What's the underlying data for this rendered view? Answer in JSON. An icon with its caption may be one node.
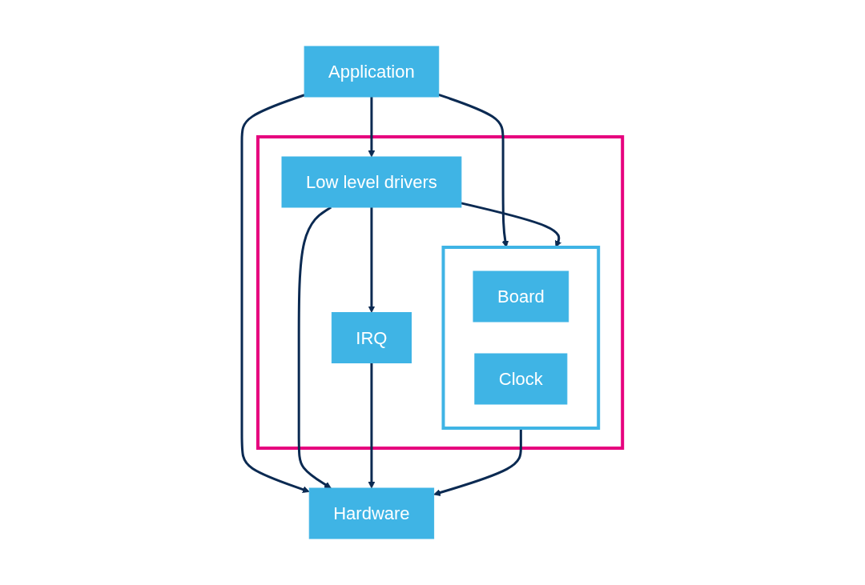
{
  "diagram": {
    "nodes": [
      {
        "text": [
          "Application"
        ]
      },
      {
        "text": [],
        "shape": "box"
      },
      {
        "text": [
          "Low level drivers"
        ],
        "in": 1
      },
      {
        "text": [],
        "shape": "box",
        "in": 1
      },
      {
        "text": [
          "Board"
        ],
        "in": 3
      },
      {
        "text": [
          "Clock"
        ],
        "in": 3
      },
      {
        "text": [
          "IRQ"
        ],
        "in": 1
      },
      {
        "text": [
          "Hardware"
        ]
      }
    ],
    "edges": [
      {
        "from": 0,
        "to": 3,
        "arrow": "to"
      },
      {
        "from": 0,
        "to": 2,
        "arrow": "to"
      },
      {
        "from": 0,
        "to": 7,
        "arrow": "to"
      },
      {
        "from": 2,
        "to": 3,
        "arrow": "to"
      },
      {
        "from": 2,
        "to": 6,
        "arrow": "to"
      },
      {
        "from": 2,
        "to": 7,
        "arrow": "to"
      },
      {
        "from": 3,
        "to": 7,
        "arrow": "to"
      },
      {
        "from": 6,
        "to": 7,
        "arrow": "to"
      }
    ]
  }
}
